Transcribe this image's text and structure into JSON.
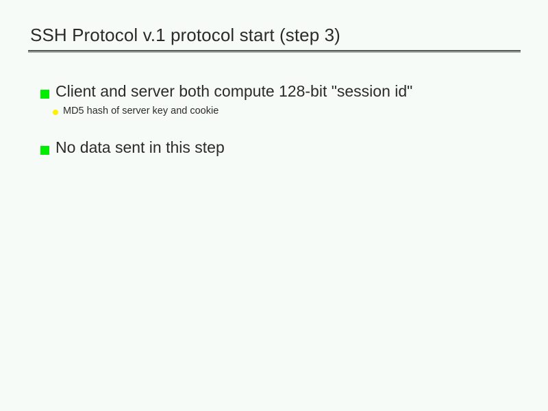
{
  "slide": {
    "title": "SSH Protocol v.1 protocol start (step 3)",
    "background_color": "#f7fbf7",
    "text_color": "#2b2b2b",
    "rule": {
      "top_color": "#555b55",
      "bottom_color": "#a3aca3"
    },
    "markers": {
      "level1_color": "#00ec00",
      "level1_shape": "square",
      "level2_color": "#fff200",
      "level2_shape": "circle"
    },
    "bullets": [
      {
        "text": "Client and server both compute 128-bit \"session id\"",
        "children": [
          {
            "text": "MD5 hash of server key and cookie"
          }
        ]
      },
      {
        "text": "No data sent in this step",
        "children": []
      }
    ]
  }
}
